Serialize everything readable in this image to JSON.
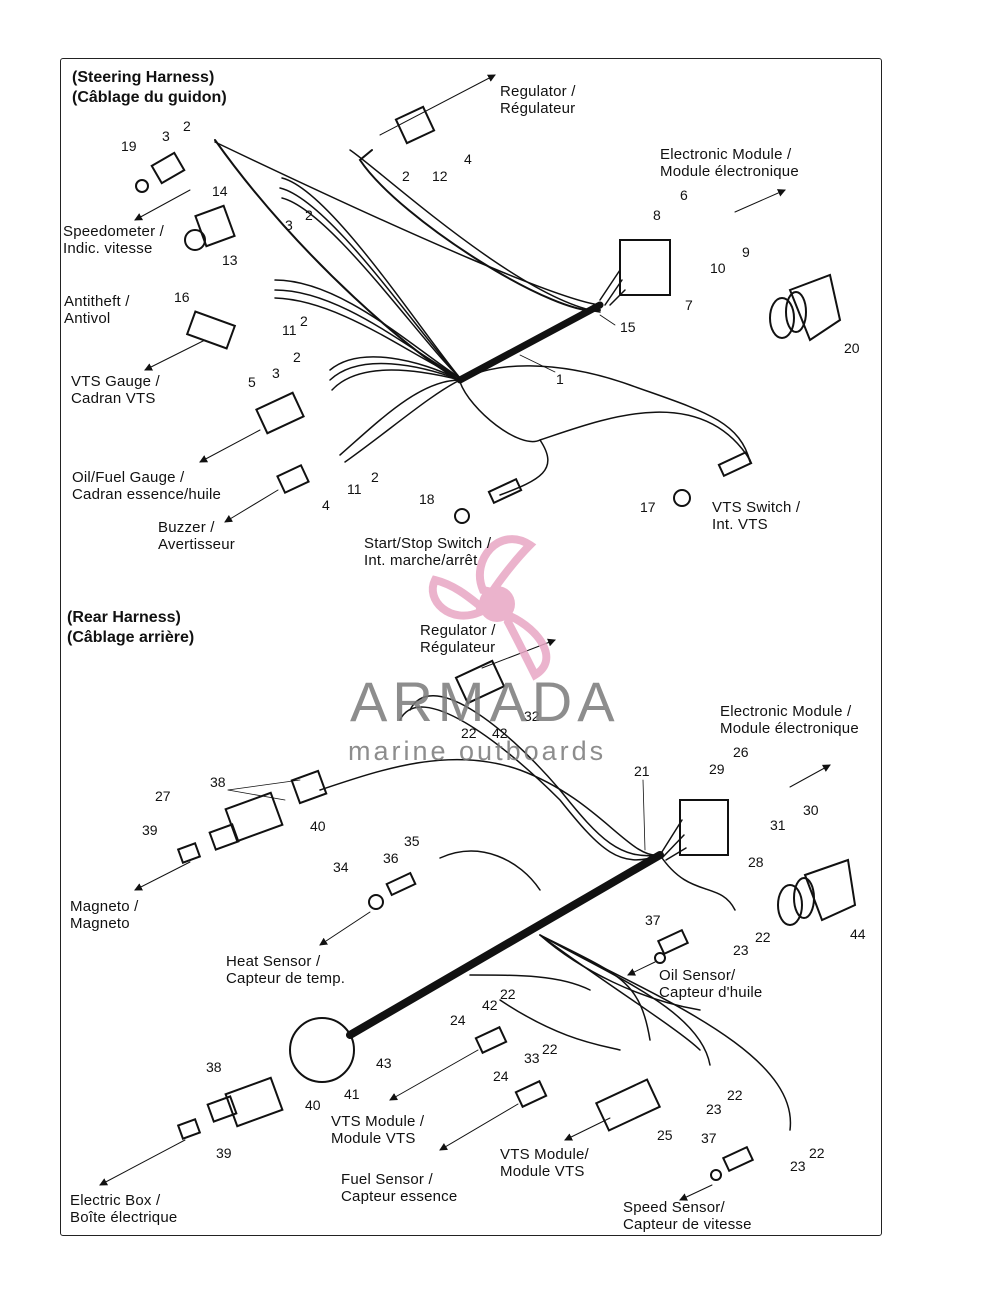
{
  "steering": {
    "heading_en": "(Steering Harness)",
    "heading_fr": "(Câblage du guidon)",
    "labels": {
      "regulator": [
        "Regulator /",
        "Régulateur"
      ],
      "electronic_module": [
        "Electronic Module /",
        "Module électronique"
      ],
      "speedometer": [
        "Speedometer /",
        "Indic. vitesse"
      ],
      "antitheft": [
        "Antitheft /",
        "Antivol"
      ],
      "vts_gauge": [
        "VTS Gauge /",
        "Cadran VTS"
      ],
      "oil_fuel_gauge": [
        "Oil/Fuel Gauge /",
        "Cadran essence/huile"
      ],
      "buzzer": [
        "Buzzer /",
        "Avertisseur"
      ],
      "start_stop": [
        "Start/Stop Switch /",
        "Int. marche/arrêt"
      ],
      "vts_switch": [
        "VTS Switch /",
        "Int. VTS"
      ]
    },
    "numbers": [
      "2",
      "3",
      "19",
      "2",
      "12",
      "4",
      "14",
      "2",
      "3",
      "13",
      "6",
      "8",
      "9",
      "10",
      "7",
      "15",
      "20",
      "16",
      "11",
      "2",
      "1",
      "2",
      "3",
      "5",
      "2",
      "11",
      "4",
      "18",
      "17"
    ]
  },
  "rear": {
    "heading_en": "(Rear Harness)",
    "heading_fr": "(Câblage arrière)",
    "labels": {
      "regulator": [
        "Regulator /",
        "Régulateur"
      ],
      "electronic_module": [
        "Electronic Module /",
        "Module électronique"
      ],
      "magneto": [
        "Magneto /",
        "Magneto"
      ],
      "heat_sensor": [
        "Heat Sensor /",
        "Capteur de temp."
      ],
      "oil_sensor": [
        "Oil Sensor/",
        "Capteur d'huile"
      ],
      "vts_module_1": [
        "VTS Module /",
        "Module VTS"
      ],
      "vts_module_2": [
        "VTS Module/",
        "Module VTS"
      ],
      "fuel_sensor": [
        "Fuel Sensor /",
        "Capteur essence"
      ],
      "electric_box": [
        "Electric Box /",
        "Boîte électrique"
      ],
      "speed_sensor": [
        "Speed Sensor/",
        "Capteur de vitesse"
      ]
    },
    "numbers": [
      "32",
      "22",
      "42",
      "21",
      "26",
      "29",
      "30",
      "31",
      "28",
      "44",
      "38",
      "27",
      "40",
      "39",
      "35",
      "36",
      "34",
      "37",
      "23",
      "22",
      "22",
      "42",
      "24",
      "33",
      "22",
      "24",
      "43",
      "38",
      "41",
      "40",
      "22",
      "23",
      "25",
      "37",
      "22",
      "23",
      "39"
    ]
  },
  "watermark": {
    "brand": "ARMADA",
    "tagline": "marine outboards",
    "logo_color": "#e8a6c4",
    "text_color": "#7a7a7a"
  }
}
